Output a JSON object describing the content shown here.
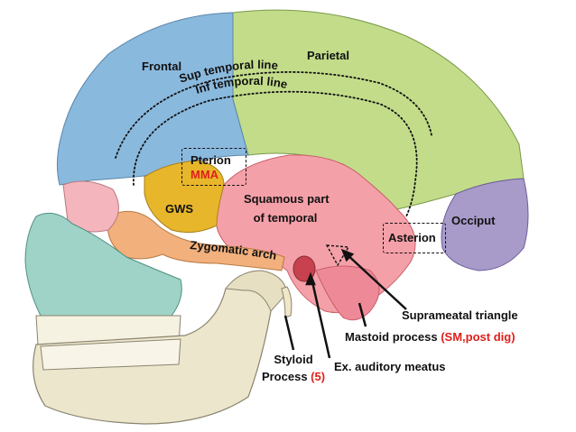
{
  "labels": {
    "frontal": "Frontal",
    "parietal": "Parietal",
    "sup_temporal_line": "Sup temporal line",
    "inf_temporal_line": "Inf temporal line",
    "pterion": "Pterion",
    "mma": "MMA",
    "gws": "GWS",
    "squamous_line1": "Squamous part",
    "squamous_line2": "of temporal",
    "occiput": "Occiput",
    "asterion": "Asterion",
    "zygomatic_arch": "Zygomatic arch",
    "suprameatal_triangle": "Suprameatal triangle",
    "mastoid_process": "Mastoid process ",
    "mastoid_note": "(SM,post dig)",
    "styloid_line1": "Styloid",
    "styloid_line2": "Process ",
    "styloid_note": "(5)",
    "ex_auditory_meatus": "Ex. auditory meatus"
  },
  "colors": {
    "frontal": "#8ab9de",
    "parietal": "#c3dc8a",
    "occipital": "#a89ac9",
    "temporal": "#f4a0a8",
    "sphenoid": "#e8b62a",
    "zygomatic": "#f2b07c",
    "maxilla": "#9fd3c7",
    "mandible": "#ece6cc",
    "annotation_red": "#e0201a"
  }
}
